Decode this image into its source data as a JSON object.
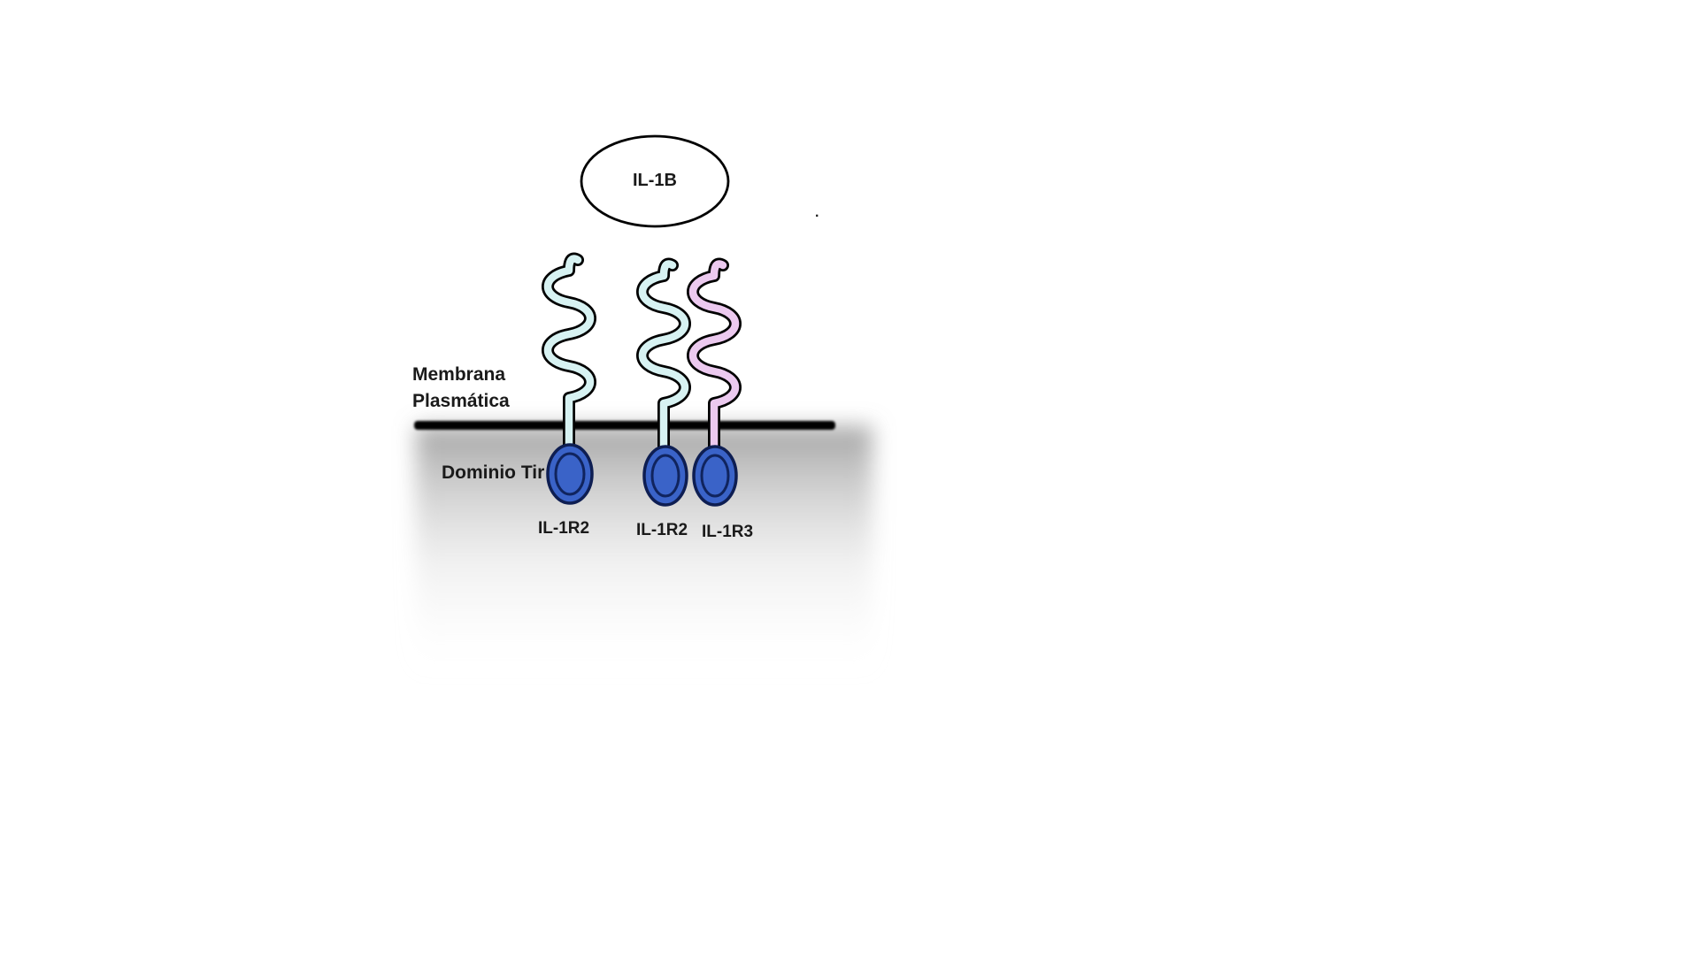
{
  "diagram": {
    "ligand": {
      "label": "IL-1B"
    },
    "membrane": {
      "label_line1": "Membrana",
      "label_line2": "Plasmática"
    },
    "tir": {
      "label": "Dominio Tir"
    },
    "receptors": [
      {
        "label": "IL-1R2",
        "color": "#d7f2f2"
      },
      {
        "label": "IL-1R2",
        "color": "#d7f2f2"
      },
      {
        "label": "IL-1R3",
        "color": "#ecc9ef"
      }
    ],
    "colors": {
      "membrane": "#000000",
      "coil_outline": "#000000",
      "tir_fill": "#3a63c8",
      "tir_stroke": "#0e1e52",
      "tir_inner_ring": "#10245e",
      "ligand_outline": "#000000"
    },
    "stray_mark": "."
  }
}
